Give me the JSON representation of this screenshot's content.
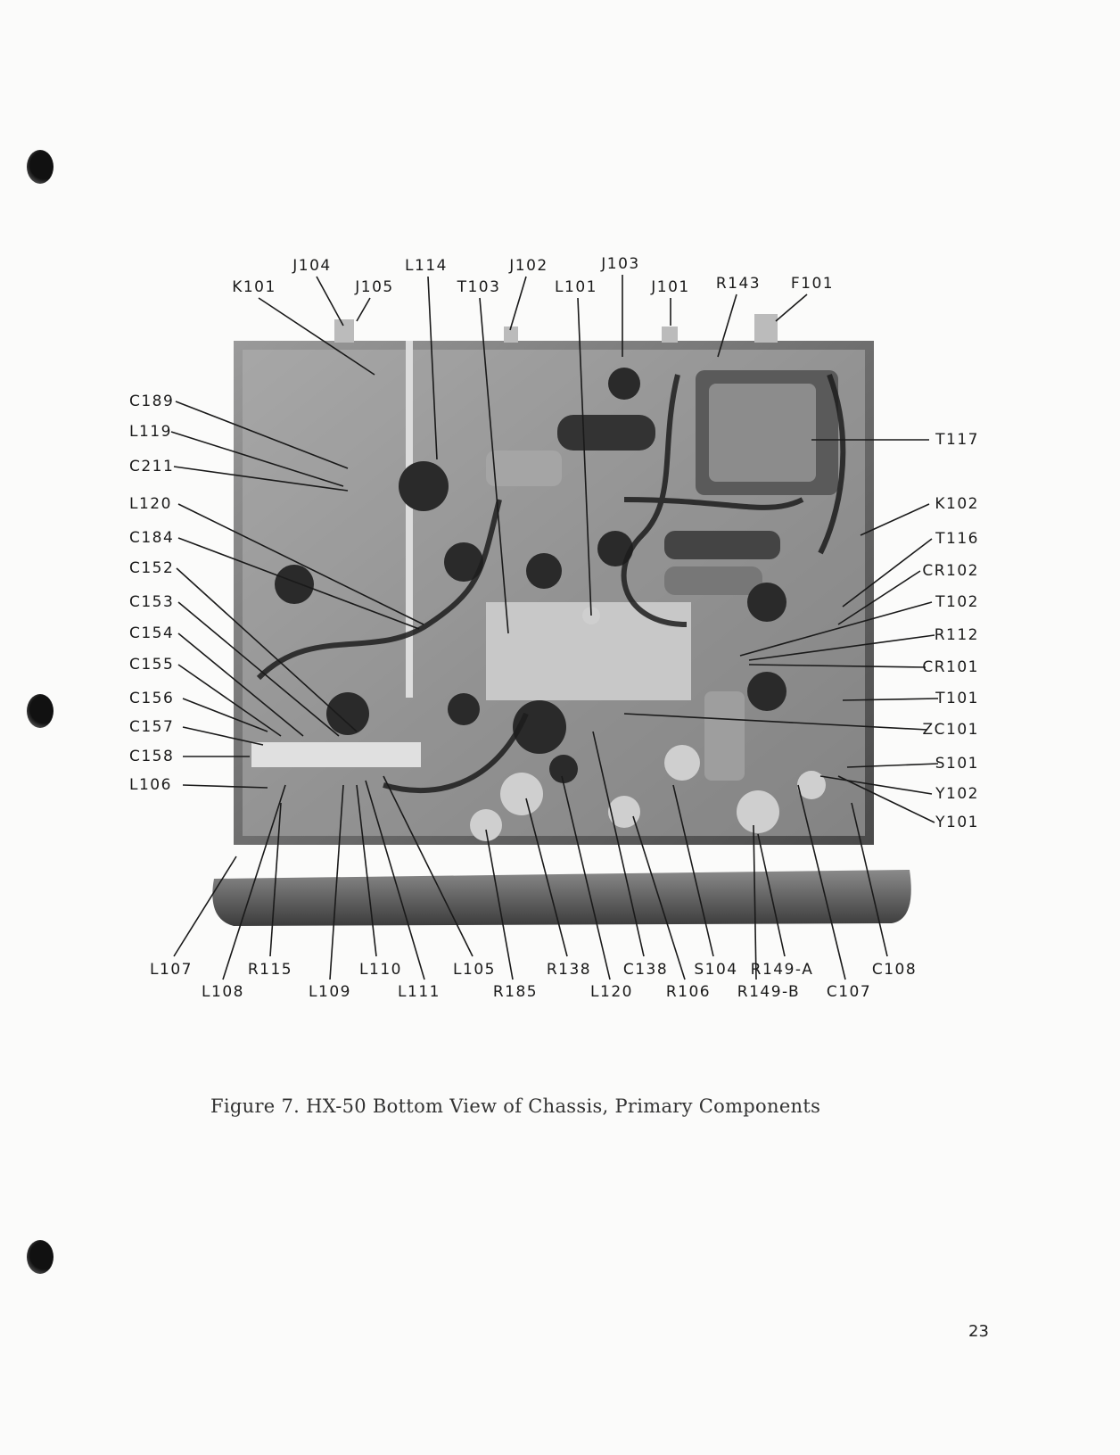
{
  "figure": {
    "caption": "Figure 7. HX-50 Bottom View of Chassis, Primary Components",
    "top_labels": [
      "K101",
      "J104",
      "J105",
      "L114",
      "J102",
      "T103",
      "J103",
      "L101",
      "J101",
      "R143",
      "F101"
    ],
    "left_labels": [
      "C189",
      "L119",
      "C211",
      "L120",
      "C184",
      "C152",
      "C153",
      "C154",
      "C155",
      "C156",
      "C157",
      "C158",
      "L106"
    ],
    "right_labels": [
      "T117",
      "K102",
      "T116",
      "CR102",
      "T102",
      "R112",
      "CR101",
      "T101",
      "ZC101",
      "S101",
      "Y102",
      "Y101"
    ],
    "bottom_labels": [
      "L107",
      "L108",
      "R115",
      "L109",
      "L110",
      "L111",
      "L105",
      "R185",
      "R138",
      "L120",
      "C138",
      "R106",
      "S104",
      "R149-A",
      "R149-B",
      "C107",
      "C108"
    ]
  },
  "page_number": "23"
}
